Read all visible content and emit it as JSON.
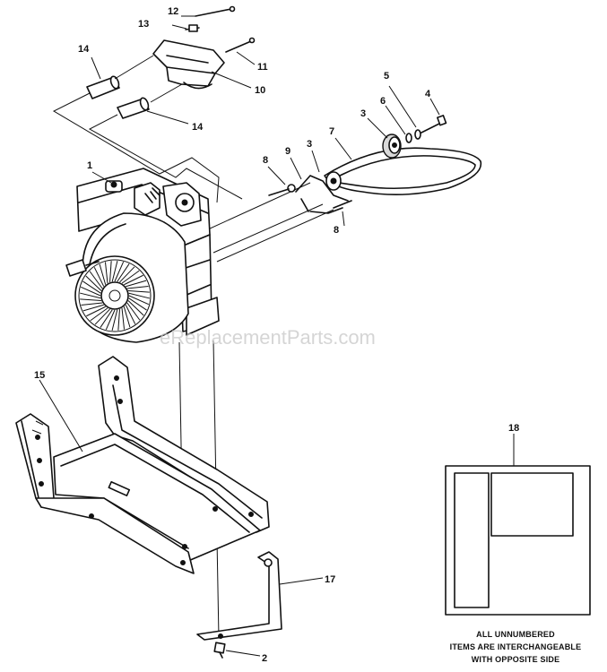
{
  "watermark": "eReplacementParts.com",
  "note": {
    "line1": "ALL UNNUMBERED",
    "line2": "ITEMS ARE INTERCHANGEABLE",
    "line3": "WITH OPPOSITE SIDE"
  },
  "callouts": {
    "c1": "1",
    "c2": "2",
    "c3a": "3",
    "c3b": "3",
    "c4": "4",
    "c5": "5",
    "c6": "6",
    "c7": "7",
    "c8a": "8",
    "c8b": "8",
    "c9": "9",
    "c10": "10",
    "c11": "11",
    "c12": "12",
    "c13": "13",
    "c14a": "14",
    "c14b": "14",
    "c15": "15",
    "c17": "17",
    "c18": "18"
  }
}
